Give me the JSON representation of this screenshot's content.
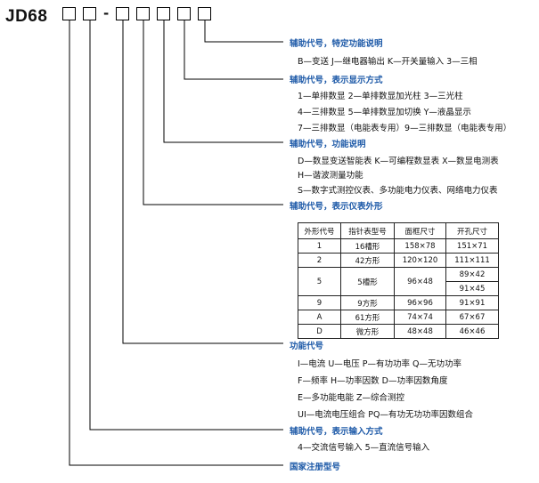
{
  "model": {
    "prefix": "JD68",
    "dash": "-"
  },
  "sections": {
    "special_function": {
      "heading": "辅助代号，特定功能说明",
      "lines": [
        "B—变送  J—继电器输出  K—开关量输入  3—三相"
      ]
    },
    "display_mode": {
      "heading": "辅助代号，表示显示方式",
      "lines": [
        "1—单排数显  2—单排数显加光柱  3—三光柱",
        "4—三排数显  5—单排数显加切换  Y—液晶显示",
        "7—三排数显（电能表专用）9—三排数显（电能表专用）"
      ]
    },
    "function_desc": {
      "heading": "辅助代号，功能说明",
      "lines": [
        "D—数显变送智能表  K—可编程数显表  X—数显电测表",
        "H—谐波测量功能",
        "S—数字式测控仪表、多功能电力仪表、网络电力仪表"
      ]
    },
    "meter_shape": {
      "heading": "辅助代号，表示仪表外形"
    },
    "function_code": {
      "heading": "功能代号",
      "lines": [
        "I—电流  U—电压  P—有功功率  Q—无功功率",
        "F—频率 H—功率因数  D—功率因数角度",
        "E—多功能电能  Z—综合测控",
        "UI—电流电压组合  PQ—有功无功功率因数组合"
      ]
    },
    "input_mode": {
      "heading": "辅助代号，表示输入方式",
      "lines": [
        "4—交流信号输入  5—直流信号输入"
      ]
    },
    "registration": {
      "heading": "国家注册型号"
    }
  },
  "shape_table": {
    "headers": [
      "外形代号",
      "指针表型号",
      "面框尺寸",
      "开孔尺寸"
    ],
    "rows": [
      {
        "code": "1",
        "pointer": "16槽形",
        "frame": "158×78",
        "cutout": [
          "151×71"
        ]
      },
      {
        "code": "2",
        "pointer": "42方形",
        "frame": "120×120",
        "cutout": [
          "111×111"
        ]
      },
      {
        "code": "5",
        "pointer": "5槽形",
        "frame": "96×48",
        "cutout": [
          "89×42",
          "91×45"
        ]
      },
      {
        "code": "9",
        "pointer": "9方形",
        "frame": "96×96",
        "cutout": [
          "91×91"
        ]
      },
      {
        "code": "A",
        "pointer": "61方形",
        "frame": "74×74",
        "cutout": [
          "67×67"
        ]
      },
      {
        "code": "D",
        "pointer": "微方形",
        "frame": "48×48",
        "cutout": [
          "46×46"
        ]
      }
    ]
  }
}
